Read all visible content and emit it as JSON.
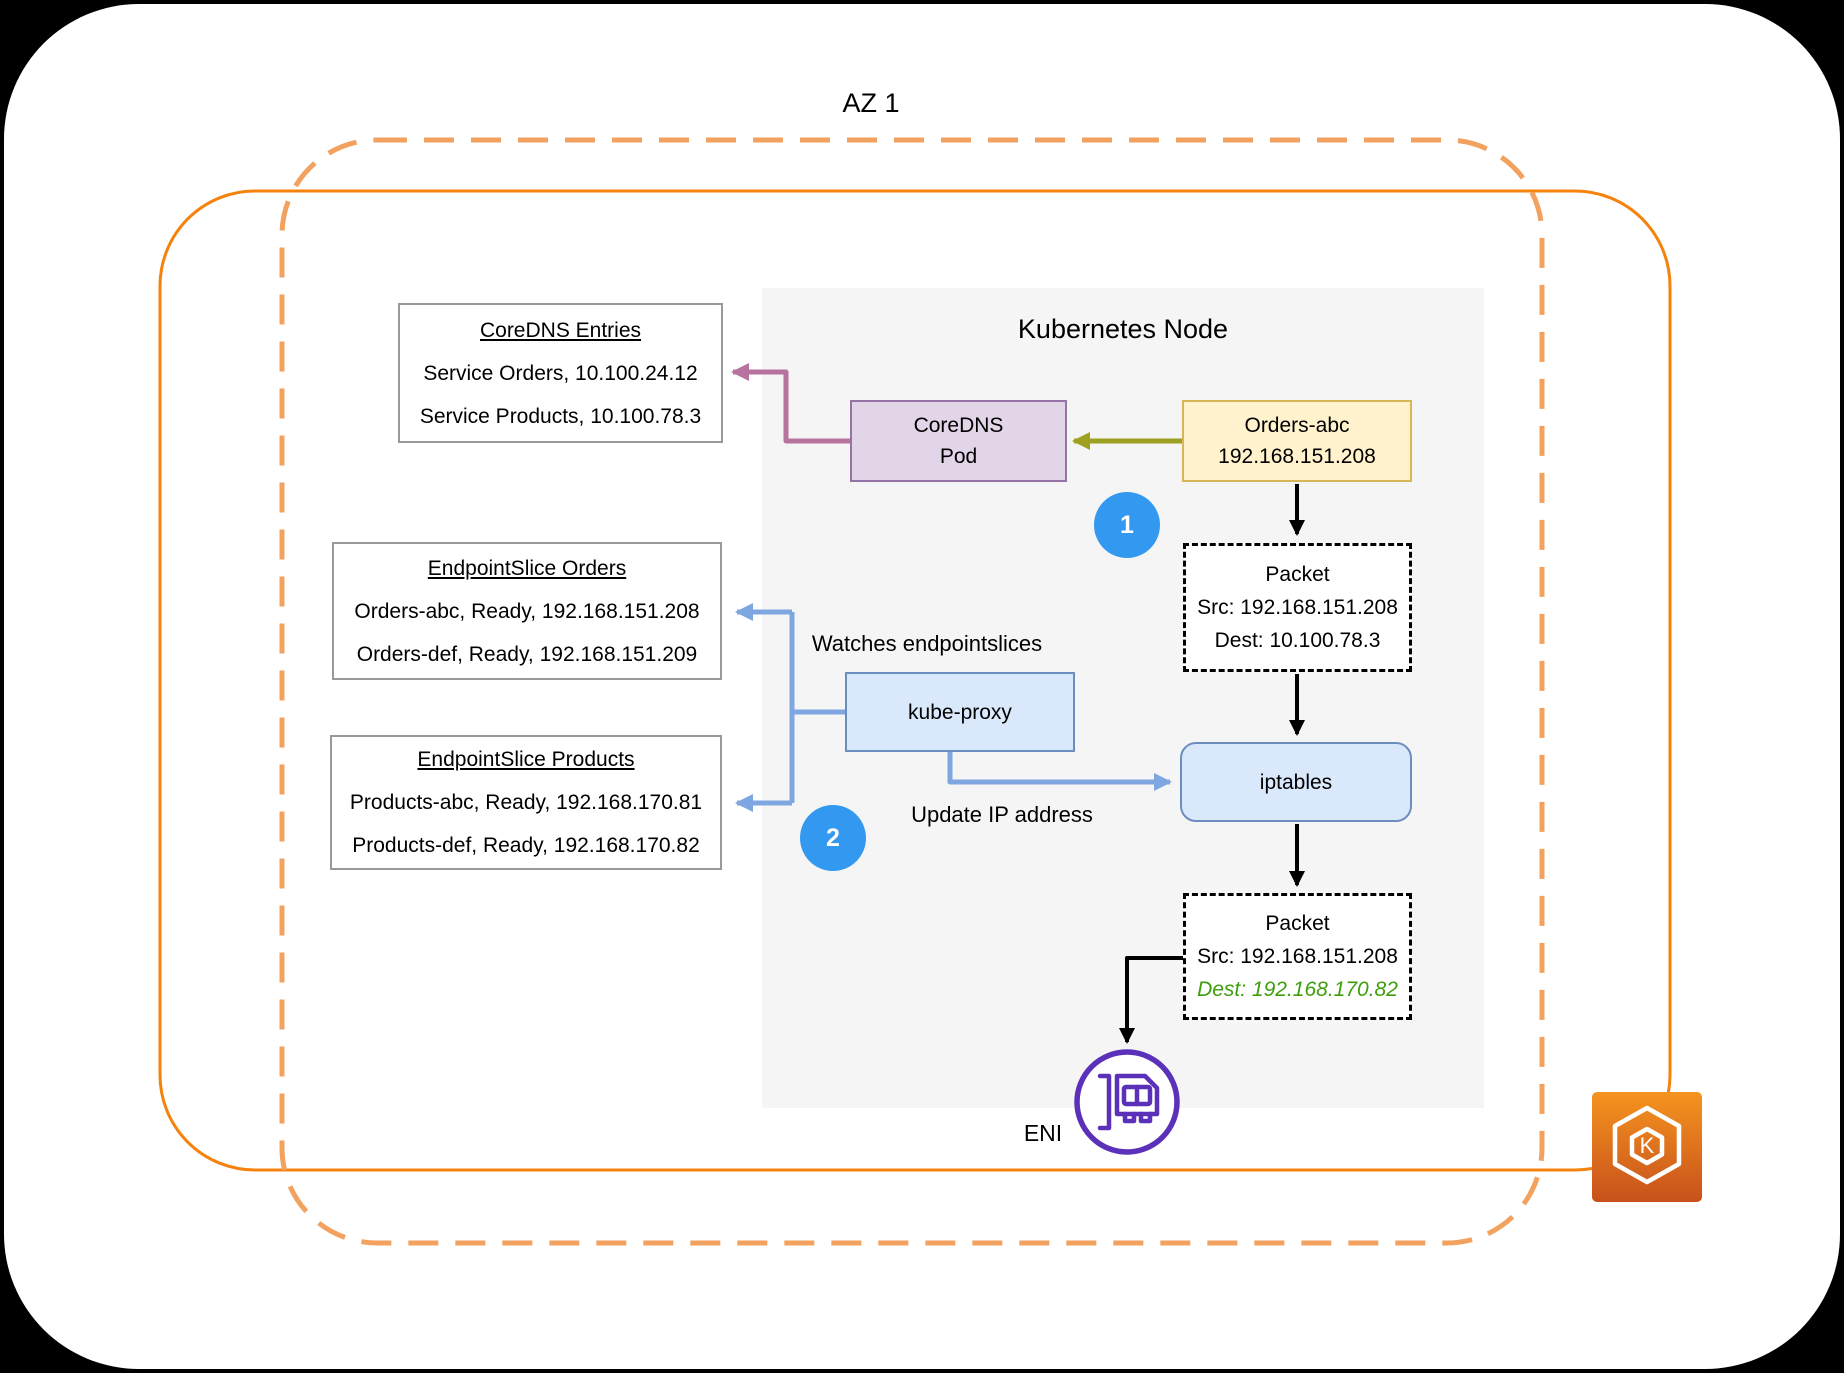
{
  "diagram": {
    "az_label": "AZ 1",
    "node_title": "Kubernetes Node",
    "boxes": {
      "coredns_entries": {
        "title": "CoreDNS Entries",
        "lines": [
          "Service Orders, 10.100.24.12",
          "Service Products, 10.100.78.3"
        ]
      },
      "endpointslice_orders": {
        "title": "EndpointSlice Orders",
        "lines": [
          "Orders-abc, Ready, 192.168.151.208",
          "Orders-def, Ready, 192.168.151.209"
        ]
      },
      "endpointslice_products": {
        "title": "EndpointSlice Products",
        "lines": [
          "Products-abc, Ready, 192.168.170.81",
          "Products-def, Ready, 192.168.170.82"
        ]
      },
      "coredns_pod": {
        "line1": "CoreDNS",
        "line2": "Pod"
      },
      "orders_abc": {
        "line1": "Orders-abc",
        "line2": "192.168.151.208"
      },
      "packet_in": {
        "title": "Packet",
        "src": "Src: 192.168.151.208",
        "dest": "Dest: 10.100.78.3"
      },
      "iptables_label": "iptables",
      "packet_out": {
        "title": "Packet",
        "src": "Src: 192.168.151.208",
        "dest": "Dest: 192.168.170.82"
      },
      "kube_proxy_label": "kube-proxy"
    },
    "annotations": {
      "watches": "Watches endpointslices",
      "update_ip": "Update IP address",
      "step1": "1",
      "step2": "2",
      "eni_label": "ENI",
      "eks_letter": "K"
    },
    "colors": {
      "az_dashed_border": "#f2a25e",
      "subnet_solid_border": "#f5820d",
      "node_fill": "#f5f5f5",
      "box_border_gray": "#999999",
      "yellow_fill": "#fff2cc",
      "yellow_border": "#d6b656",
      "purple_fill": "#e1d5e7",
      "purple_border": "#9673a6",
      "blue_fill": "#dae8fc",
      "blue_border": "#6c8ebf",
      "arrow_blue": "#7ea6e0",
      "arrow_pink": "#b5739d",
      "arrow_olive": "#9ea021",
      "arrow_black": "#000000",
      "green_dest_text": "#3f9e0c",
      "step_circle_fill": "#3399f0",
      "eni_purple": "#5a31b8",
      "eks_gradient_top": "#f5941f",
      "eks_gradient_bottom": "#c8511b"
    }
  }
}
